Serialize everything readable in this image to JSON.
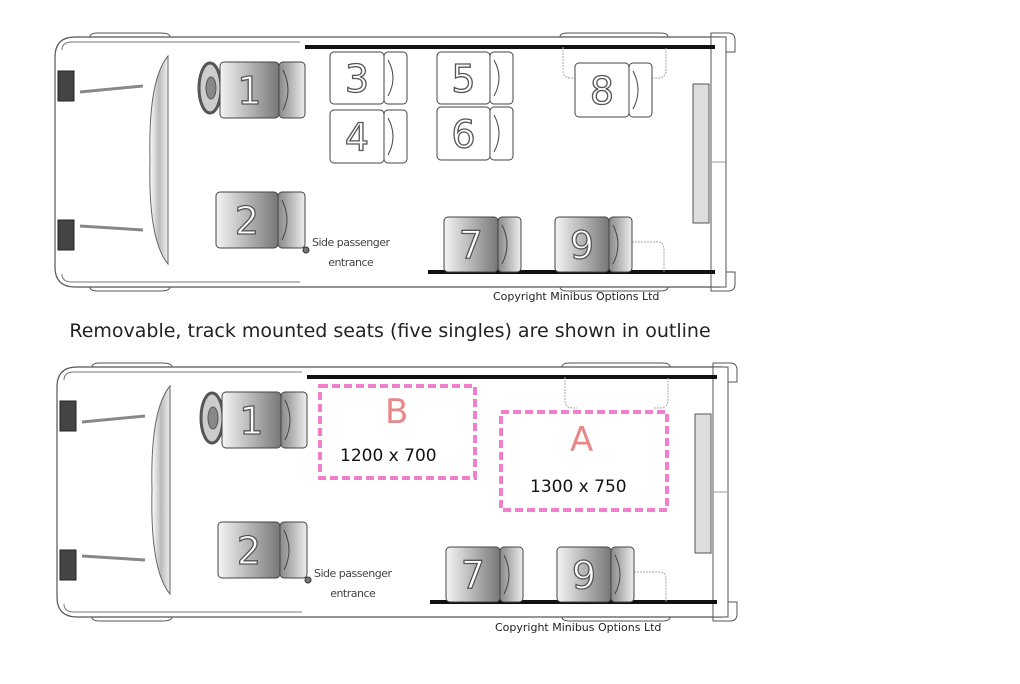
{
  "top_plan": {
    "seats": [
      "1",
      "2",
      "3",
      "4",
      "5",
      "6",
      "7",
      "8",
      "9"
    ],
    "entrance_label_line1": "Side passenger",
    "entrance_label_line2": "entrance",
    "copyright": "Copyright Minibus Options Ltd"
  },
  "caption": "Removable, track mounted seats (five singles) are shown in outline",
  "bottom_plan": {
    "seats": [
      "1",
      "2",
      "7",
      "9"
    ],
    "entrance_label_line1": "Side passenger",
    "entrance_label_line2": "entrance",
    "copyright": "Copyright Minibus Options Ltd",
    "zones": [
      {
        "letter": "B",
        "dimensions": "1200 x 700"
      },
      {
        "letter": "A",
        "dimensions": "1300 x 750"
      }
    ]
  },
  "colors": {
    "zone_outline": "#f07fcf",
    "zone_letter": "#e8888a",
    "track": "#111111"
  }
}
